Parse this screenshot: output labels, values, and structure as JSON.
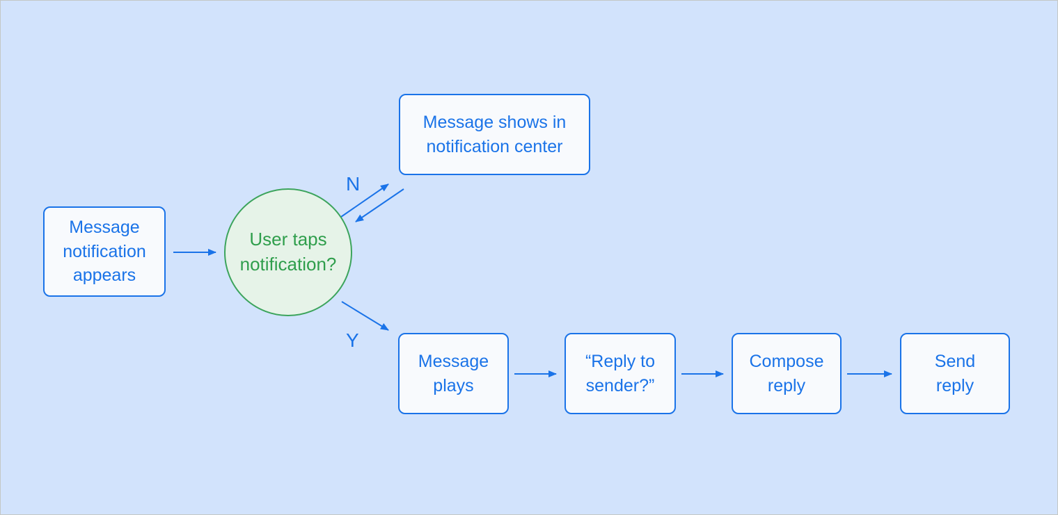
{
  "canvas": {
    "background_color": "#d2e3fc",
    "frame_border_color": "#c4c7c5"
  },
  "colors": {
    "accent_blue": "#1a73e8",
    "accent_green": "#34a853",
    "process_node_fill": "#f8fafd",
    "decision_node_fill": "#e6f3e8"
  },
  "nodes": {
    "start": {
      "label": "Message\nnotification\nappears",
      "shape": "rect"
    },
    "decision": {
      "label": "User taps\nnotification?",
      "shape": "circle"
    },
    "notification_center": {
      "label": "Message shows in\nnotification center",
      "shape": "rect"
    },
    "message_plays": {
      "label": "Message\nplays",
      "shape": "rect"
    },
    "reply_to_sender": {
      "label": "“Reply to\nsender?”",
      "shape": "rect"
    },
    "compose_reply": {
      "label": "Compose\nreply",
      "shape": "rect"
    },
    "send_reply": {
      "label": "Send\nreply",
      "shape": "rect"
    }
  },
  "edges": {
    "no_label": "N",
    "yes_label": "Y"
  }
}
